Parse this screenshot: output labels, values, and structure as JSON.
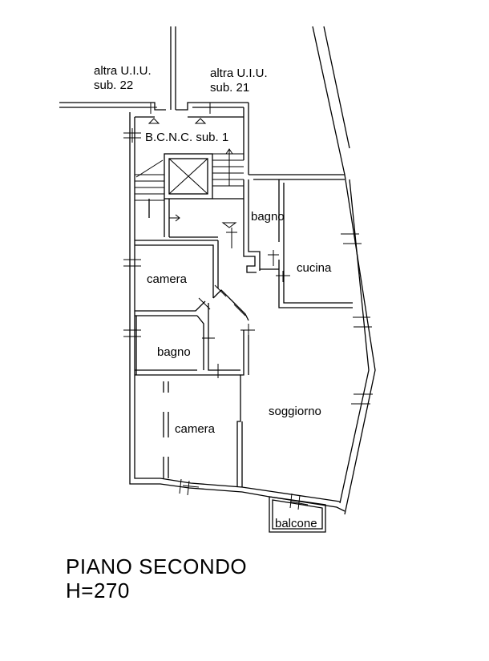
{
  "plan": {
    "neighbors": [
      {
        "line1": "altra U.I.U.",
        "line2": "sub. 22"
      },
      {
        "line1": "altra U.I.U.",
        "line2": "sub. 21"
      }
    ],
    "common_area": "B.C.N.C. sub. 1",
    "rooms": {
      "bagno_top": "bagno",
      "cucina": "cucina",
      "camera_top": "camera",
      "bagno_mid": "bagno",
      "camera_bottom": "camera",
      "soggiorno": "soggiorno",
      "balcone": "balcone"
    }
  },
  "footer": {
    "floor_name": "PIANO SECONDO",
    "height": "H=270"
  }
}
